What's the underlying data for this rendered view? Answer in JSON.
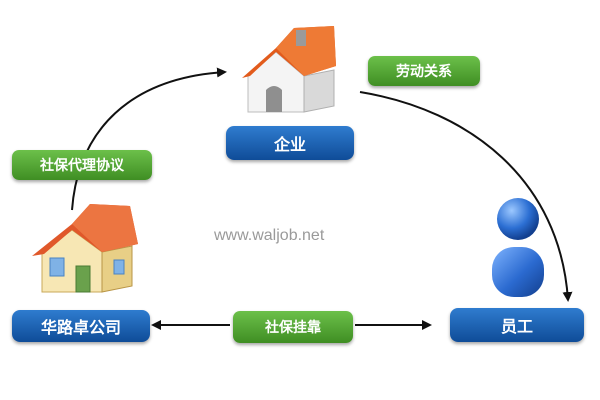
{
  "nodes": {
    "enterprise": "企业",
    "employee": "员工",
    "company": "华路卓公司"
  },
  "edges": {
    "labor_relation": "劳动关系",
    "social_agency": "社保代理协议",
    "social_affiliation": "社保挂靠"
  },
  "watermark": "www.waljob.net",
  "colors": {
    "node_blue": "#1a5fb4",
    "label_green": "#4fa32d",
    "roof_orange": "#e05a1a",
    "arrow": "#111111"
  },
  "icons": {
    "enterprise": "house-icon",
    "company": "house-icon",
    "employee": "person-icon"
  }
}
